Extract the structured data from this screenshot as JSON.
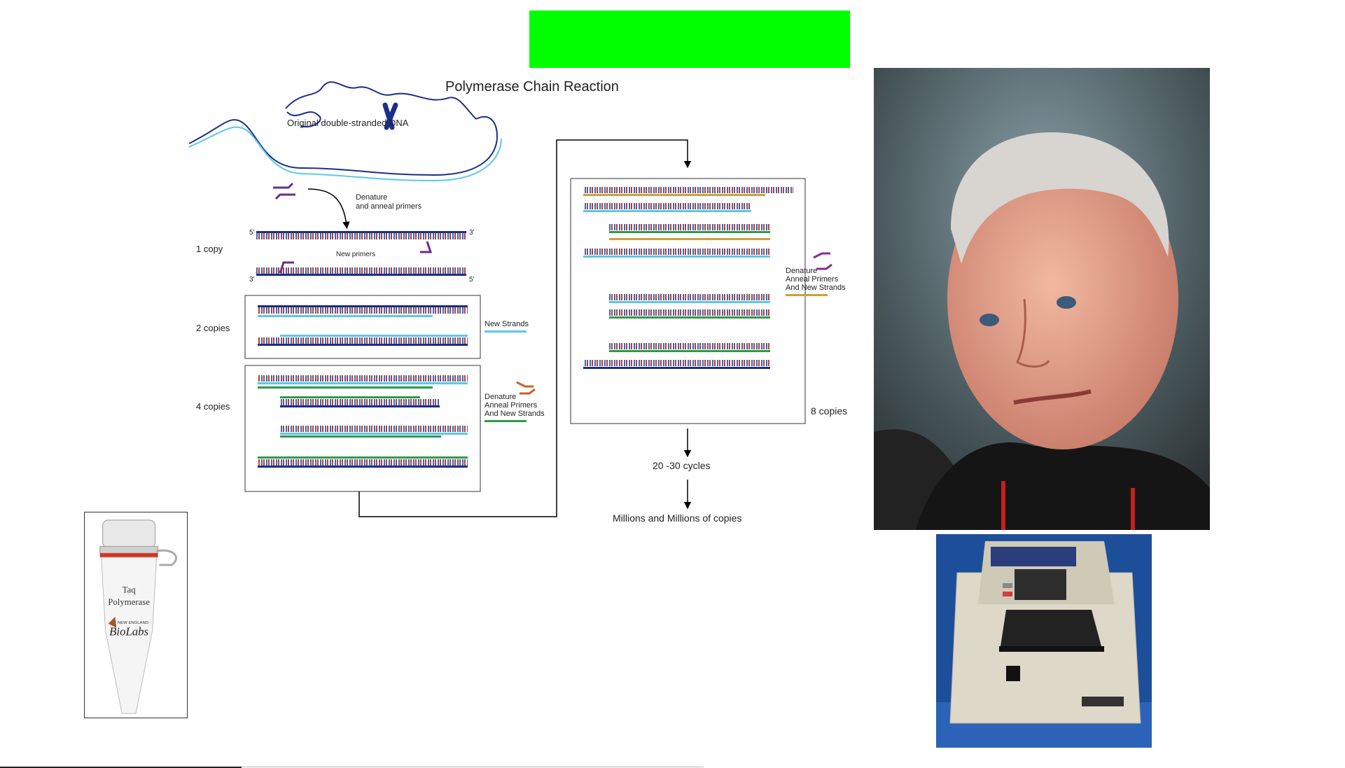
{
  "colors": {
    "banner": "#00ff00",
    "strand_parent": "#1b2f8a",
    "strand_new": "#5bc8e8",
    "primer_purple": "#6b2d8a",
    "primer_orange": "#c8622a",
    "strand_green": "#2e9a4a",
    "strand_gold": "#c9a23a"
  },
  "diagram": {
    "title": "Polymerase Chain Reaction",
    "original_dna": "Original double-stranded DNA",
    "denature1": "Denature",
    "denature1b": "and anneal primers",
    "five_prime": "5'",
    "three_prime": "3'",
    "one_copy": "1 copy",
    "new_primers": "New primers",
    "two_copies": "2 copies",
    "new_strands": "New Strands",
    "four_copies": "4 copies",
    "denature2a": "Denature",
    "denature2b": "Anneal Primers",
    "denature2c": "And New Strands",
    "denature3a": "Denature",
    "denature3b": "Anneal Primers",
    "denature3c": "And New Strands",
    "eight_copies": "8 copies",
    "cycles": "20 -30 cycles",
    "millions": "Millions and Millions of copies"
  },
  "tube": {
    "line1": "Taq",
    "line2": "Polymerase",
    "brand_small": "NEW ENGLAND",
    "brand": "BioLabs"
  },
  "icons": {
    "photo": "person-photo-icon",
    "machine": "thermal-cycler-icon",
    "tube": "tube-icon"
  }
}
